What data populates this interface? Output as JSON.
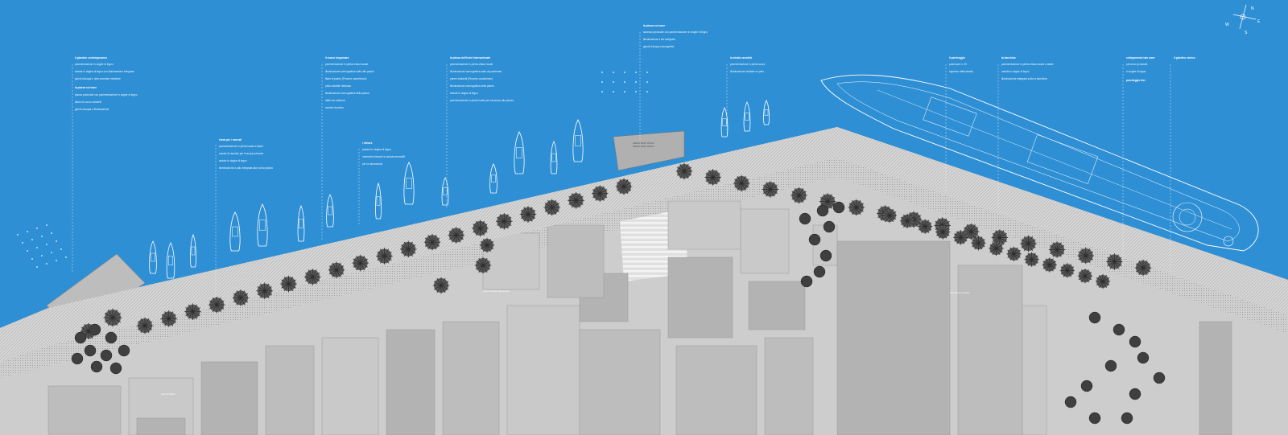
{
  "colors": {
    "sea": "#2f8fd4",
    "promenade": "#d9d9d9",
    "building_light": "#c6c6c6",
    "building_mid": "#b5b5b5",
    "tree_dark": "#3a3a3a",
    "line": "#ffffff"
  },
  "annotations": [
    {
      "id": "a1",
      "title": "il giardino contemporaneo",
      "items": [
        "pavimentazione in doghe di legno",
        "sedute in doghe di legno con illuminazione integrata",
        "giochi d'acqua e ulivo secolare esistente"
      ],
      "title2": "la piazza sul mare",
      "items2": [
        "piazza pedonale con pavimentazione in doghe di legno",
        "alberi di cocco esistenti",
        "giochi d'acqua e illuminazione"
      ]
    },
    {
      "id": "a2",
      "title": "l'area per i mercati",
      "items": [
        "pavimentazione in pietra locale a lastre",
        "canale di raccolta per le acque piovane",
        "sedute in doghe di legno",
        "illuminazione a palo integrata alla nuova piazza"
      ]
    },
    {
      "id": "a3",
      "title": "il nuovo lungomare",
      "items": [
        "pavimentazione in pietra chiara locale",
        "illuminazione scenografica sotto alle palme",
        "filare di palme (Phoenix canariensis)",
        "pista ciclabile dedicata",
        "illuminazione scenografica della palma",
        "dalle ore notturne",
        "sentieri di pietra"
      ]
    },
    {
      "id": "a4",
      "title": "i dehors",
      "items": [
        "pedane in doghe di legno",
        "ombrelloni bianchi in sedute amovibili",
        "per la ristorazione"
      ]
    },
    {
      "id": "a5",
      "title": "la piazza dell'hotel internazionale",
      "items": [
        "pavimentazione in pietra chiara locale",
        "illuminazione scenografica sotto al pavimento",
        "palme esistenti (Phoenix canariensis)",
        "illuminazione scenografica della palma",
        "sedute in doghe di legno",
        "pavimentazione in pietra locale per l'accesso alla piazza"
      ]
    },
    {
      "id": "a6",
      "title": "la piazza sul mare",
      "items": [
        "accesso pedonale con pavimentazione in doghe di legno",
        "illuminazione a led integrata",
        "giochi d'acqua scenografici"
      ]
    },
    {
      "id": "a7",
      "title": "la strada carrabile",
      "items": [
        "pavimentazione in pietra scura",
        "illuminazione stradale su palo"
      ]
    },
    {
      "id": "a8",
      "title": "il parcheggio",
      "items": [
        "posti auto n. 20",
        "ingresso dalla strada"
      ]
    },
    {
      "id": "a9",
      "title": "la banchina",
      "items": [
        "pavimentazione in pietra chiara locale a lastre",
        "sedute in doghe di legno",
        "illuminazione integrata sotto la banchina"
      ]
    },
    {
      "id": "a10",
      "title": "collegamento lato mare",
      "items": [
        "percorso pedonale",
        "in doghe di legno"
      ],
      "title2": "parcheggio bici",
      "items2": []
    },
    {
      "id": "a11",
      "title": "il giardino storico",
      "items": []
    }
  ],
  "map_labels": {
    "sign_lines": [
      "SEDIA",
      "BAR",
      "TAVOLI",
      "SEDIA",
      "BAR",
      "TAVOLI"
    ],
    "street_a": "piazza Vittorio Emanuele",
    "street_b": "Via Vittorio Veneto",
    "street_c": "piazza Martiri"
  },
  "compass": {
    "N": "N",
    "E": "E",
    "S": "S",
    "W": "W"
  }
}
